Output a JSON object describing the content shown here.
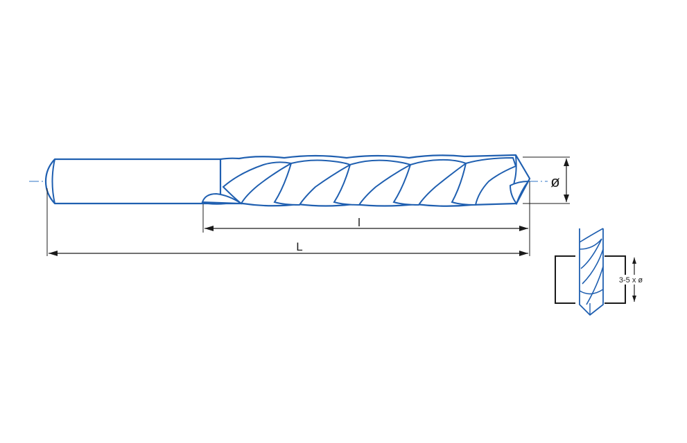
{
  "labels": {
    "diameter": "ø",
    "flute_length": "l",
    "overall_length": "L",
    "depth_note": "3-5 x ø"
  },
  "colors": {
    "drill_outline": "#1f5fb0",
    "drill_fill": "#ffffff",
    "centerline": "#2e73c6",
    "dimension": "#1a1a1a",
    "background": "#ffffff"
  }
}
